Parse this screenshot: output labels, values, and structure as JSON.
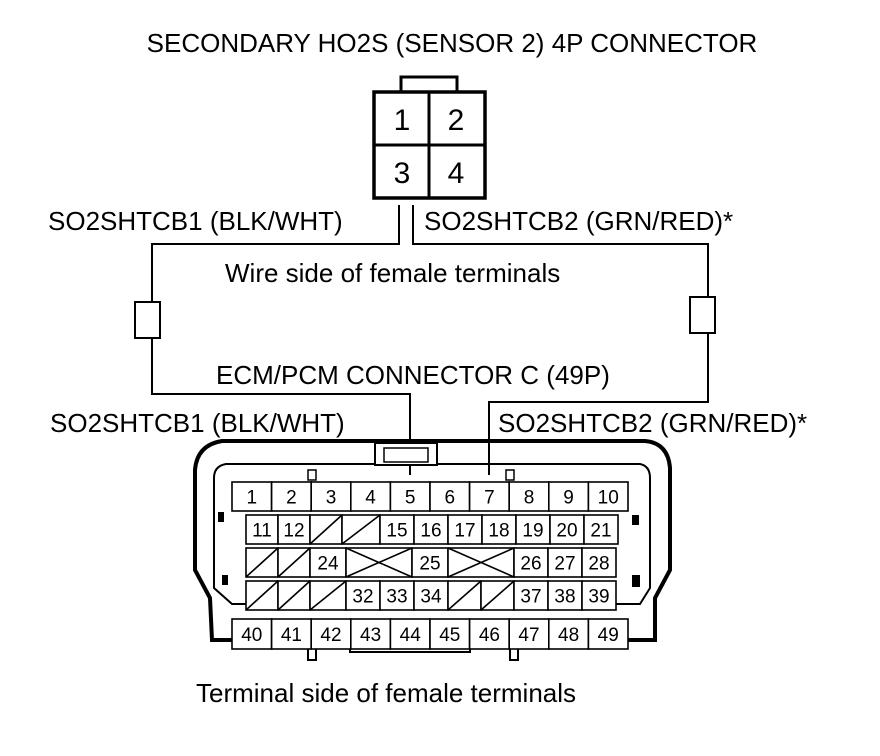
{
  "sensor_connector": {
    "title": "SECONDARY HO2S (SENSOR 2) 4P CONNECTOR",
    "pins": [
      "1",
      "2",
      "3",
      "4"
    ],
    "view_label": "Wire side of female terminals"
  },
  "wires_top": {
    "left": "SO2SHTCB1 (BLK/WHT)",
    "right": "SO2SHTCB2 (GRN/RED)*"
  },
  "ecm_connector": {
    "title": "ECM/PCM CONNECTOR C (49P)",
    "left_wire": "SO2SHTCB1 (BLK/WHT)",
    "right_wire": "SO2SHTCB2 (GRN/RED)*",
    "view_label": "Terminal side of female terminals",
    "row1": [
      "1",
      "2",
      "3",
      "4",
      "5",
      "6",
      "7",
      "8",
      "9",
      "10"
    ],
    "row2": [
      "11",
      "12",
      "",
      "",
      "15",
      "16",
      "17",
      "18",
      "19",
      "20",
      "21"
    ],
    "row3": [
      "24",
      "25",
      "26",
      "27",
      "28"
    ],
    "row4": [
      "32",
      "33",
      "34",
      "37",
      "38",
      "39"
    ],
    "row5": [
      "40",
      "41",
      "42",
      "43",
      "44",
      "45",
      "46",
      "47",
      "48",
      "49"
    ]
  },
  "colors": {
    "line": "#000000",
    "background": "#ffffff"
  }
}
